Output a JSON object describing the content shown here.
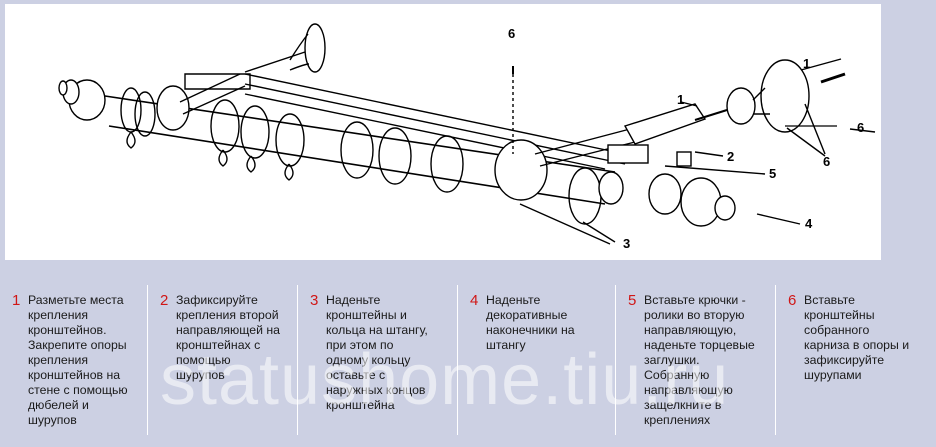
{
  "diagram": {
    "callouts": [
      "6",
      "1",
      "2",
      "5",
      "4",
      "3",
      "1",
      "6",
      "6"
    ]
  },
  "steps": [
    {
      "number": "1",
      "text": "Разметьте места\nкрепления\nкронштейнов.\nЗакрепите опоры\nкрепления\nкронштейнов на\nстене с помощью\nдюбелей и\nшурупов"
    },
    {
      "number": "2",
      "text": "Зафиксируйте\nкрепления второй\nнаправляющей на\nкронштейнах с\nпомощью\nшурупов"
    },
    {
      "number": "3",
      "text": "Наденьте\nкронштейны и\nкольца на штангу,\nпри этом по\nодному кольцу\nоставьте с\nнаружных концов\nкронштейна"
    },
    {
      "number": "4",
      "text": "Наденьте\nдекоративные\nнаконечники на\nштангу"
    },
    {
      "number": "5",
      "text": "Вставьте крючки -\nролики во вторую\nнаправляющую,\nнаденьте торцевые\nзаглушки.\nСобранную\nнаправляющую\nзащелкните в\nкреплениях"
    },
    {
      "number": "6",
      "text": "Вставьте\nкронштейны\nсобранного\nкарниза в опоры и\nзафиксируйте\nшурупами"
    }
  ],
  "watermark": "statushome.tiu.ru"
}
